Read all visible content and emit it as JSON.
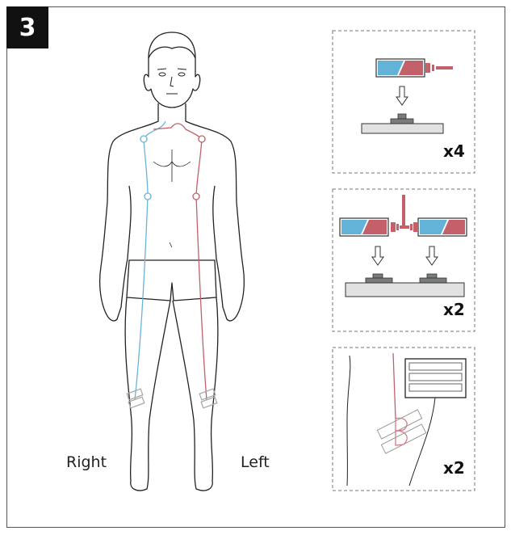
{
  "step_number": "3",
  "labels": {
    "right": "Right",
    "left": "Left"
  },
  "panels": [
    {
      "multiplier": "x4"
    },
    {
      "multiplier": "x2"
    },
    {
      "multiplier": "x2"
    }
  ],
  "colors": {
    "right_lead": "#6ab4d8",
    "left_lead": "#c4606a",
    "connector_blue": "#62b3d7",
    "connector_red": "#c4606a",
    "base": "#e0e1e0",
    "snap": "#7a7b7c"
  }
}
